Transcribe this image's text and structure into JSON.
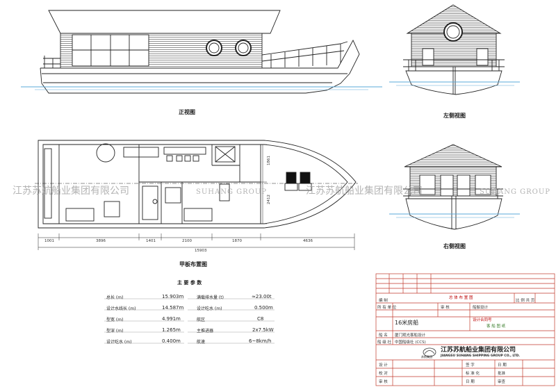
{
  "captions": {
    "front_view": "正视图",
    "left_view": "左侧视图",
    "right_view": "右侧视图",
    "deck_plan": "甲板布置图"
  },
  "dimensions": {
    "segments": [
      "1001",
      "3896",
      "1401",
      "2100",
      "1870",
      "4636"
    ],
    "total": "15903",
    "width_upper": "1861",
    "width_total": "2412"
  },
  "params": {
    "title": "主 要 参 数",
    "rows": [
      {
        "label": "总长 (m)",
        "value": "15.903m",
        "label2": "满载排水量 (t)",
        "value2": "≈23.00t"
      },
      {
        "label": "设计水线长 (m)",
        "value": "14.587m",
        "label2": "设计吃水 (m)",
        "value2": "0.500m"
      },
      {
        "label": "型宽 (m)",
        "value": "4.991m",
        "label2": "航区",
        "value2": "C8"
      },
      {
        "label": "型深 (m)",
        "value": "1.265m",
        "label2": "主推进器",
        "value2": "2x7.5kW"
      },
      {
        "label": "设计吃水 (m)",
        "value": "0.400m",
        "label2": "航速",
        "value2": "6~8km/h"
      }
    ]
  },
  "title_block": {
    "row1_red": "总 体 布 置 图",
    "row1_right": "比 例  共 页",
    "row2": "编 制",
    "row3a": "所 有 单 位",
    "row3b": "审 核",
    "row3c": "船舶设计",
    "row4_red": "设计合同号",
    "row4_green": "客 船 图 纸",
    "project": "16米房船",
    "row6a": "船 名",
    "row6b": "厦门观光客船设计",
    "row7a": "船 级 社",
    "row7b": "中国船级社 (CCS)",
    "company_cn": "江苏苏航船业集团有限公司",
    "company_en": "JIANGSU SUHANG SHIPPING GROUP CO., LTD.",
    "logo_text": "苏航集团",
    "bottom": [
      {
        "a": "设 计",
        "b": "签 字",
        "c": "日 期"
      },
      {
        "a": "校 对",
        "b": "标 准 化",
        "c": "批准"
      },
      {
        "a": "审 核",
        "b": "日 期",
        "c": "审查"
      }
    ]
  },
  "watermarks": {
    "cn_1": "江苏苏航船业集团有限公司",
    "en_1": "SUHANG GROUP",
    "cn_2": "江苏苏航船业集团有限公司",
    "en_2": "SUHANG GROUP"
  }
}
